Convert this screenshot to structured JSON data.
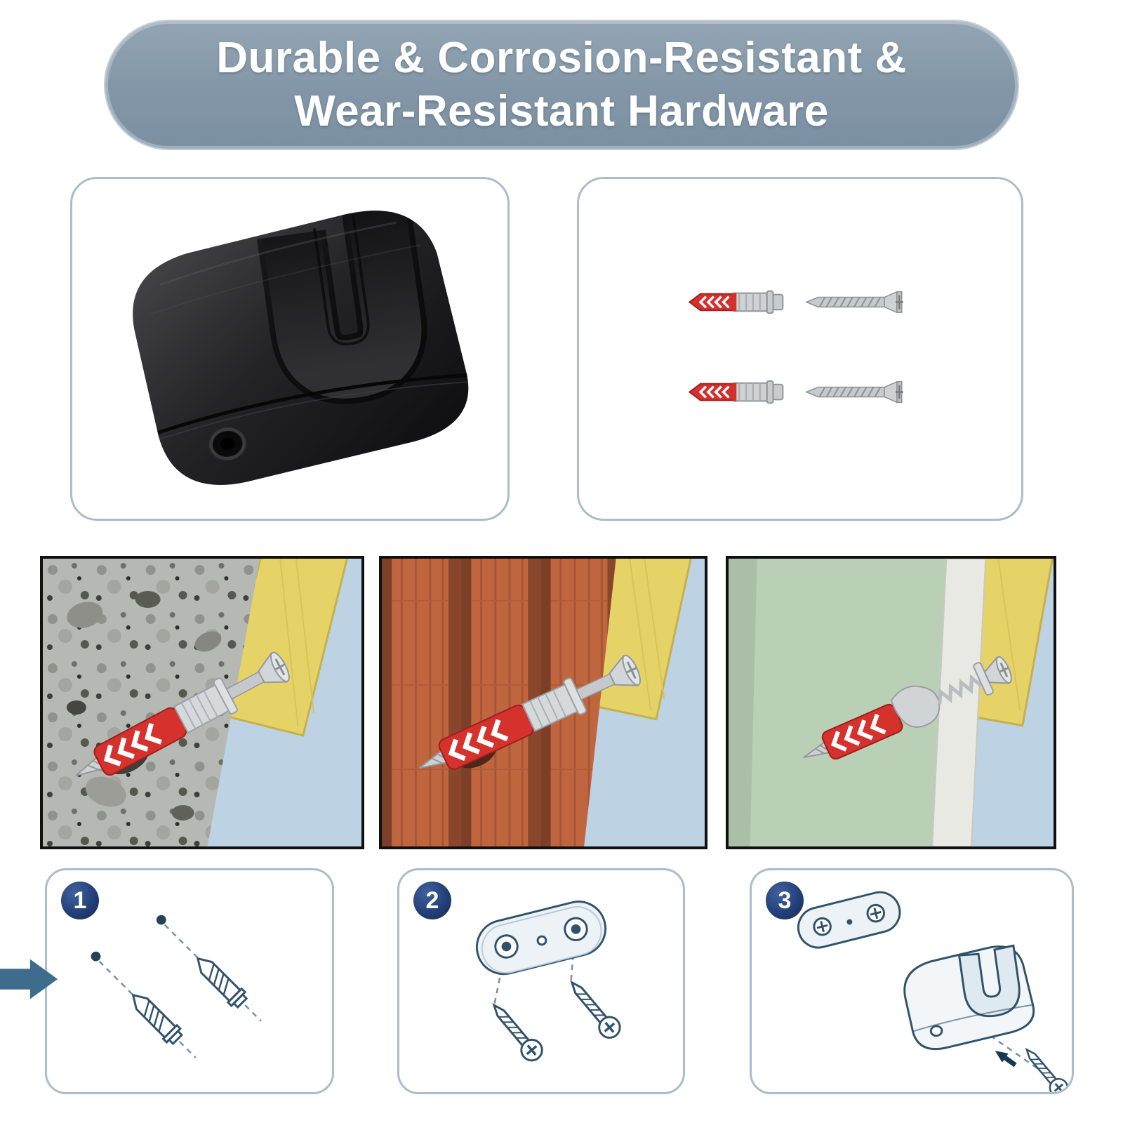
{
  "title": {
    "line1": "Durable & Corrosion-Resistant &",
    "line2": "Wear-Resistant Hardware"
  },
  "steps": [
    {
      "number": "1"
    },
    {
      "number": "2"
    },
    {
      "number": "3"
    }
  ],
  "colors": {
    "background": "#ffffff",
    "banner_background": "#8296a7",
    "banner_text": "#ffffff",
    "card_border": "#a9bdca",
    "photo_border": "#101010",
    "flow_arrow": "#3e6c8c",
    "step_badge": "#24407a",
    "line_art": "#31526b",
    "anchor_red": "#d4302e",
    "hardware_silver": "#c6cacd",
    "holder_black": "#1a1a1c",
    "concrete_gray": "#b6b8b3",
    "brick_orange": "#c0663f",
    "drywall_green": "#b9cfb6",
    "wood_yellow": "#e6d368",
    "sky_blue": "#bdd2e2"
  }
}
